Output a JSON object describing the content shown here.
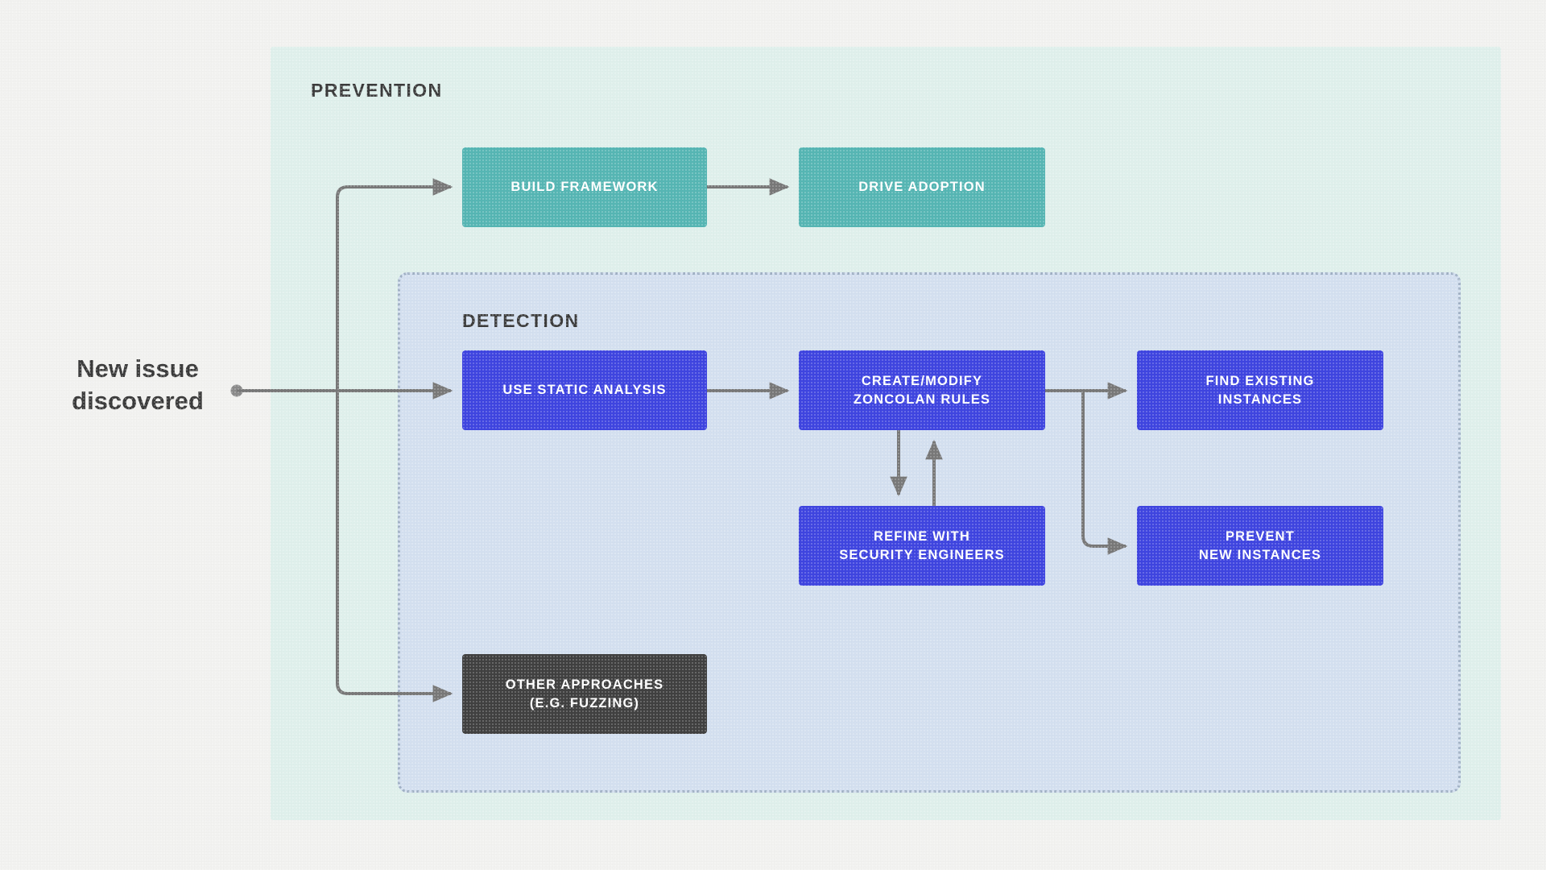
{
  "diagram": {
    "title_visible": false,
    "background_color": "#f2f2f0",
    "start_node": {
      "label": "New issue\ndiscovered",
      "color": "#3b3b3b"
    },
    "panels": [
      {
        "id": "prevention",
        "label": "PREVENTION",
        "fill": "#dff0ec",
        "border": "none"
      },
      {
        "id": "detection",
        "label": "DETECTION",
        "fill": "#d4e0f0",
        "border": "dotted #9fb0c4"
      }
    ],
    "nodes": [
      {
        "id": "build-framework",
        "label": "BUILD FRAMEWORK",
        "color": "#56b6b4",
        "group": "prevention"
      },
      {
        "id": "drive-adoption",
        "label": "DRIVE ADOPTION",
        "color": "#56b6b4",
        "group": "prevention"
      },
      {
        "id": "use-static-analysis",
        "label": "USE STATIC ANALYSIS",
        "color": "#3f45e0",
        "group": "detection"
      },
      {
        "id": "create-modify-zoncolan-rules",
        "label": "CREATE/MODIFY\nZONCOLAN RULES",
        "color": "#3f45e0",
        "group": "detection"
      },
      {
        "id": "find-existing-instances",
        "label": "FIND EXISTING\nINSTANCES",
        "color": "#3f45e0",
        "group": "detection"
      },
      {
        "id": "refine-with-security-engineers",
        "label": "REFINE WITH\nSECURITY ENGINEERS",
        "color": "#3f45e0",
        "group": "detection"
      },
      {
        "id": "prevent-new-instances",
        "label": "PREVENT\nNEW INSTANCES",
        "color": "#3f45e0",
        "group": "detection"
      },
      {
        "id": "other-approaches",
        "label": "OTHER APPROACHES\n(E.G. FUZZING)",
        "color": "#404040",
        "group": "detection"
      }
    ],
    "edges": [
      {
        "from": "new-issue-discovered",
        "to": "build-framework",
        "style": "elbow"
      },
      {
        "from": "new-issue-discovered",
        "to": "use-static-analysis",
        "style": "straight"
      },
      {
        "from": "new-issue-discovered",
        "to": "other-approaches",
        "style": "elbow"
      },
      {
        "from": "build-framework",
        "to": "drive-adoption",
        "style": "straight"
      },
      {
        "from": "use-static-analysis",
        "to": "create-modify-zoncolan-rules",
        "style": "straight"
      },
      {
        "from": "create-modify-zoncolan-rules",
        "to": "find-existing-instances",
        "style": "straight"
      },
      {
        "from": "create-modify-zoncolan-rules",
        "to": "prevent-new-instances",
        "style": "elbow"
      },
      {
        "from": "create-modify-zoncolan-rules",
        "to": "refine-with-security-engineers",
        "style": "vertical-down"
      },
      {
        "from": "refine-with-security-engineers",
        "to": "create-modify-zoncolan-rules",
        "style": "vertical-up"
      }
    ],
    "connector_color": "#787878"
  }
}
